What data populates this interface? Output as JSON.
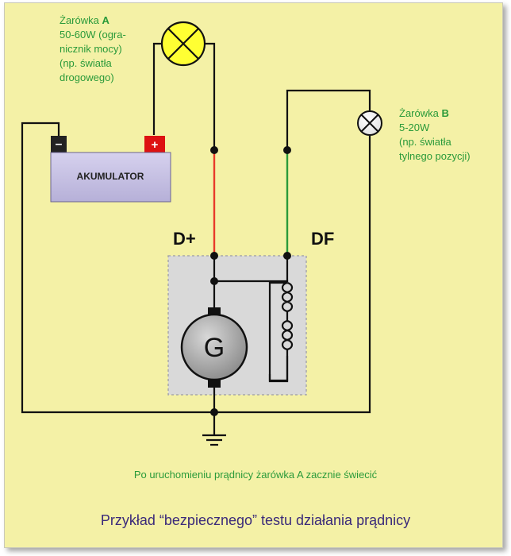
{
  "lamp_a": {
    "prefix": "Żarówka ",
    "letter": "A",
    "lines": [
      "50-60W (ogra-",
      "nicznik mocy)",
      "(np. światła",
      "drogowego)"
    ]
  },
  "lamp_b": {
    "prefix": "Żarówka ",
    "letter": "B",
    "lines": [
      "5-20W",
      "(np. światła",
      "tylnego pozycji)"
    ]
  },
  "battery": {
    "label": "AKUMULATOR",
    "minus": "–",
    "plus": "+"
  },
  "terminals": {
    "d_plus": "D+",
    "df": "DF"
  },
  "generator": {
    "label": "G"
  },
  "note": "Po uruchomieniu prądnicy żarówka A zacznie świecić",
  "caption": "Przykład “bezpiecznego” testu działania prądnicy",
  "colors": {
    "background": "#f4f1a6",
    "lamp_a_fill": "#ffff33",
    "d_plus_wire": "#e83a2a",
    "df_wire": "#2a9a3a",
    "battery_body": "#c9c4e4",
    "label_green": "#2a9a3a",
    "caption_color": "#3a2a7a"
  }
}
